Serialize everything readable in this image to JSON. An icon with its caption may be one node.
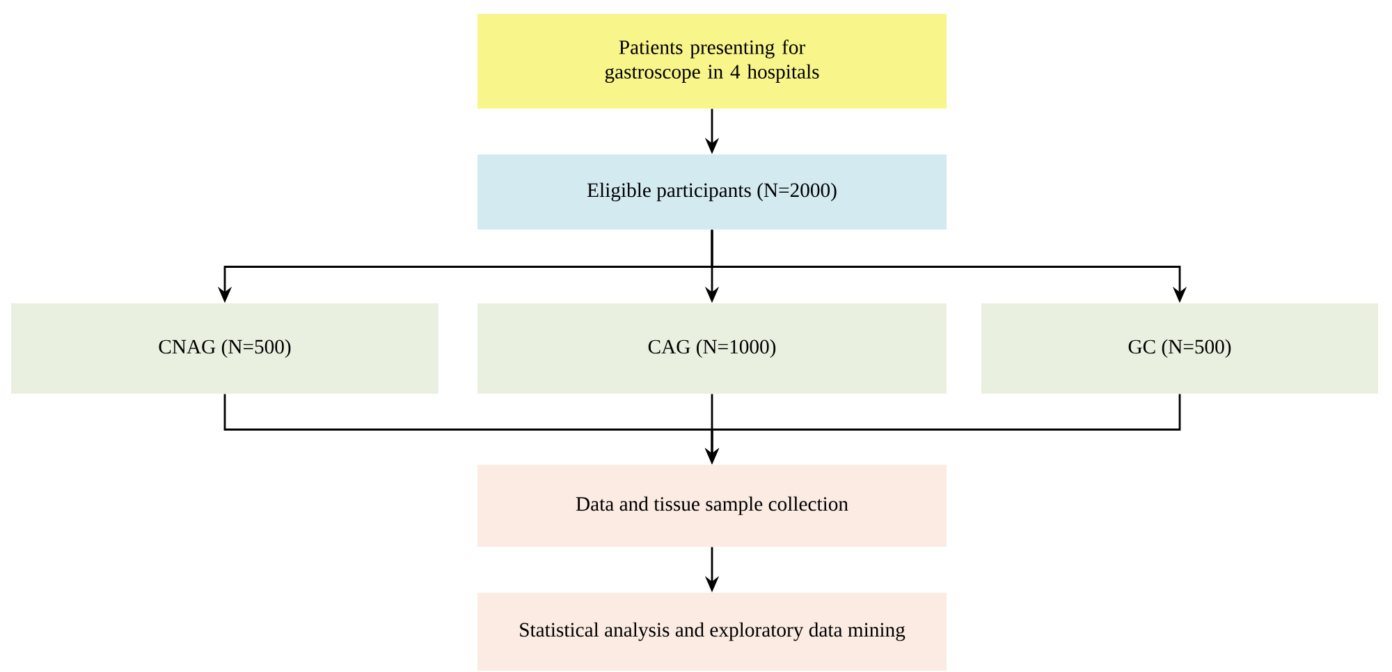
{
  "diagram": {
    "nodes": [
      {
        "text": [
          "Patients presenting for gastroscope in 4 hospitals"
        ]
      },
      {
        "text": [
          "Eligible participants (N=2000)"
        ]
      },
      {
        "text": [
          "CNAG  (N=500)"
        ]
      },
      {
        "text": [
          "CAG  (N=1000)"
        ]
      },
      {
        "text": [
          "GC  (N=500)"
        ]
      },
      {
        "text": [
          "Data and tissue sample collection"
        ]
      },
      {
        "text": [
          "Statistical analysis and exploratory data mining"
        ]
      }
    ],
    "edges": [
      {
        "from": 0,
        "to": 1,
        "arrow": "to"
      },
      {
        "from": 1,
        "to": 2,
        "arrow": "to"
      },
      {
        "from": 1,
        "to": 3,
        "arrow": "to"
      },
      {
        "from": 1,
        "to": 4,
        "arrow": "to"
      },
      {
        "from": 2,
        "to": 5,
        "arrow": "to"
      },
      {
        "from": 3,
        "to": 5,
        "arrow": "to"
      },
      {
        "from": 4,
        "to": 5,
        "arrow": "to"
      },
      {
        "from": 5,
        "to": 6,
        "arrow": "to"
      }
    ]
  }
}
